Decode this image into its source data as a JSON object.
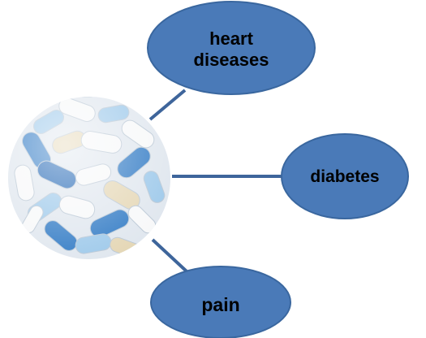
{
  "diagram": {
    "center_image": {
      "icon": "pills-photo",
      "palette": {
        "background": "#dfe6ee",
        "blue": "#2f79c4",
        "light_blue": "#9cc8ea",
        "white": "#f7f8f9",
        "beige": "#e4d6b4",
        "deep_blue": "#1d63b3"
      }
    },
    "nodes": [
      {
        "id": "heart",
        "lines": [
          "heart",
          "diseases"
        ]
      },
      {
        "id": "diabetes",
        "lines": [
          "diabetes"
        ]
      },
      {
        "id": "pain",
        "lines": [
          "pain"
        ]
      }
    ],
    "colors": {
      "ellipse_fill": "#4a7ab8",
      "ellipse_stroke": "#3a679f",
      "connector": "#3e659b",
      "text": "#000000"
    }
  }
}
